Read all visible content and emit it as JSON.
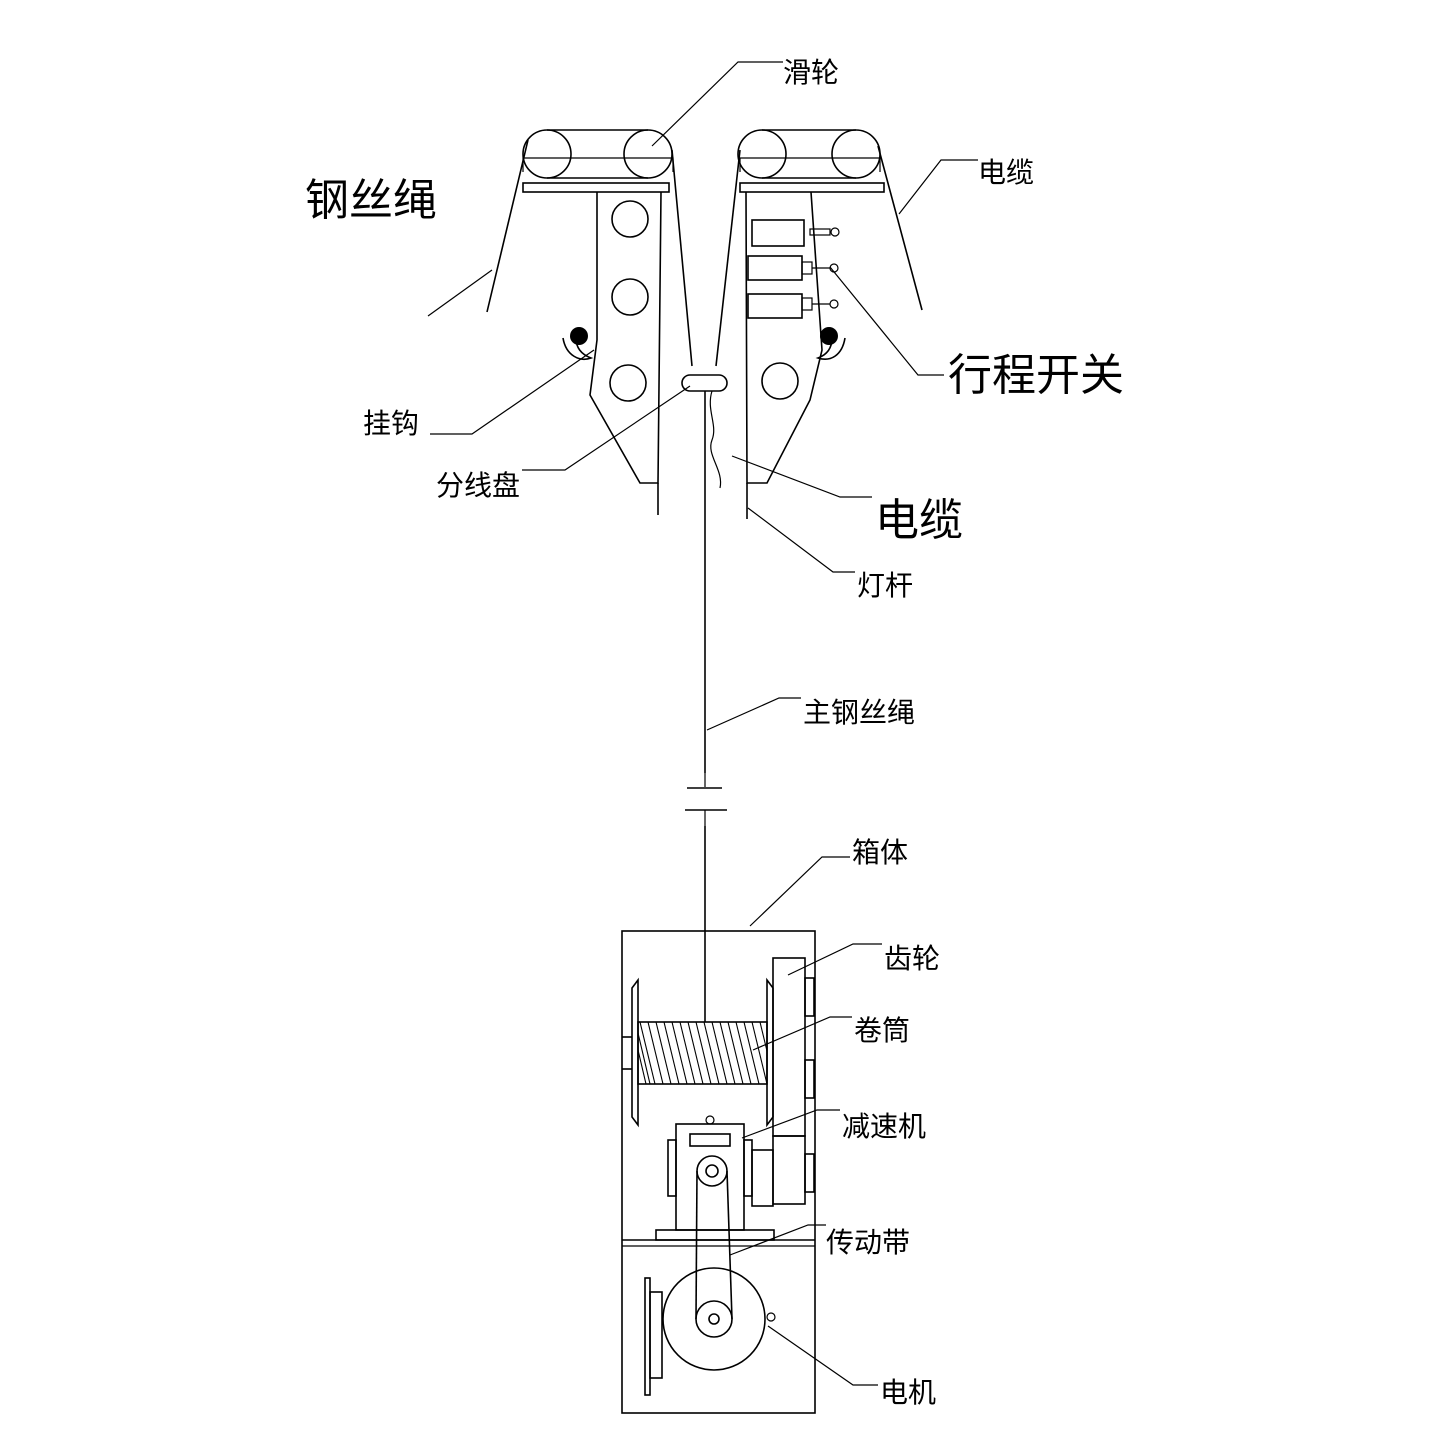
{
  "labels": {
    "pulley": "滑轮",
    "wire_rope": "钢丝绳",
    "cable_top": "电缆",
    "limit_switch": "行程开关",
    "hook": "挂钩",
    "splitter_disc": "分线盘",
    "cable_mid": "电缆",
    "lamp_pole": "灯杆",
    "main_wire_rope": "主钢丝绳",
    "box_body": "箱体",
    "gear": "齿轮",
    "drum": "卷筒",
    "reducer": "减速机",
    "drive_belt": "传动带",
    "motor": "电机"
  }
}
